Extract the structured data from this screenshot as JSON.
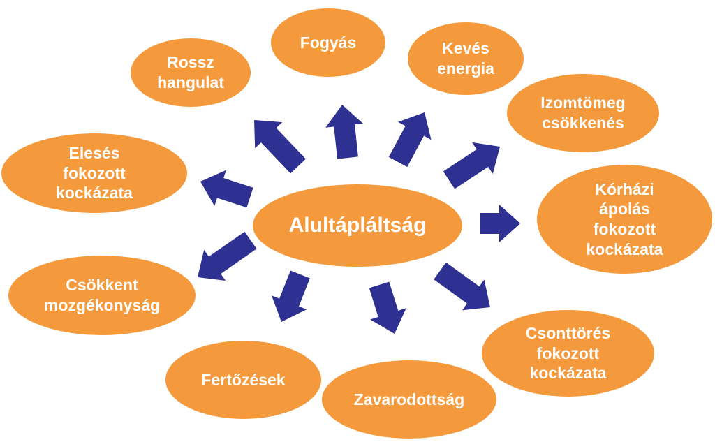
{
  "center": {
    "label": "Alultápláltság"
  },
  "nodes": [
    {
      "id": "rossz-hangulat",
      "label": "Rossz\nhangulat"
    },
    {
      "id": "fogyas",
      "label": "Fogyás"
    },
    {
      "id": "keves-energia",
      "label": "Kevés\nenergia"
    },
    {
      "id": "izomtomeg-csokkenes",
      "label": "Izomtömeg\ncsökkenés"
    },
    {
      "id": "korhazi-apolas",
      "label": "Kórházi\nápolás\nfokozott\nkockázata"
    },
    {
      "id": "csonttores",
      "label": "Csonttörés\nfokozott\nkockázata"
    },
    {
      "id": "zavarodottsag",
      "label": "Zavarodottság"
    },
    {
      "id": "fertozesek",
      "label": "Fertőzések"
    },
    {
      "id": "csokkent-mozgekonysag",
      "label": "Csökkent\nmozgékonyság"
    },
    {
      "id": "eleses",
      "label": "Elesés\nfokozott\nkockázata"
    }
  ],
  "colors": {
    "node": "#f59a3c",
    "arrow": "#2e3192",
    "text": "#ffffff"
  }
}
